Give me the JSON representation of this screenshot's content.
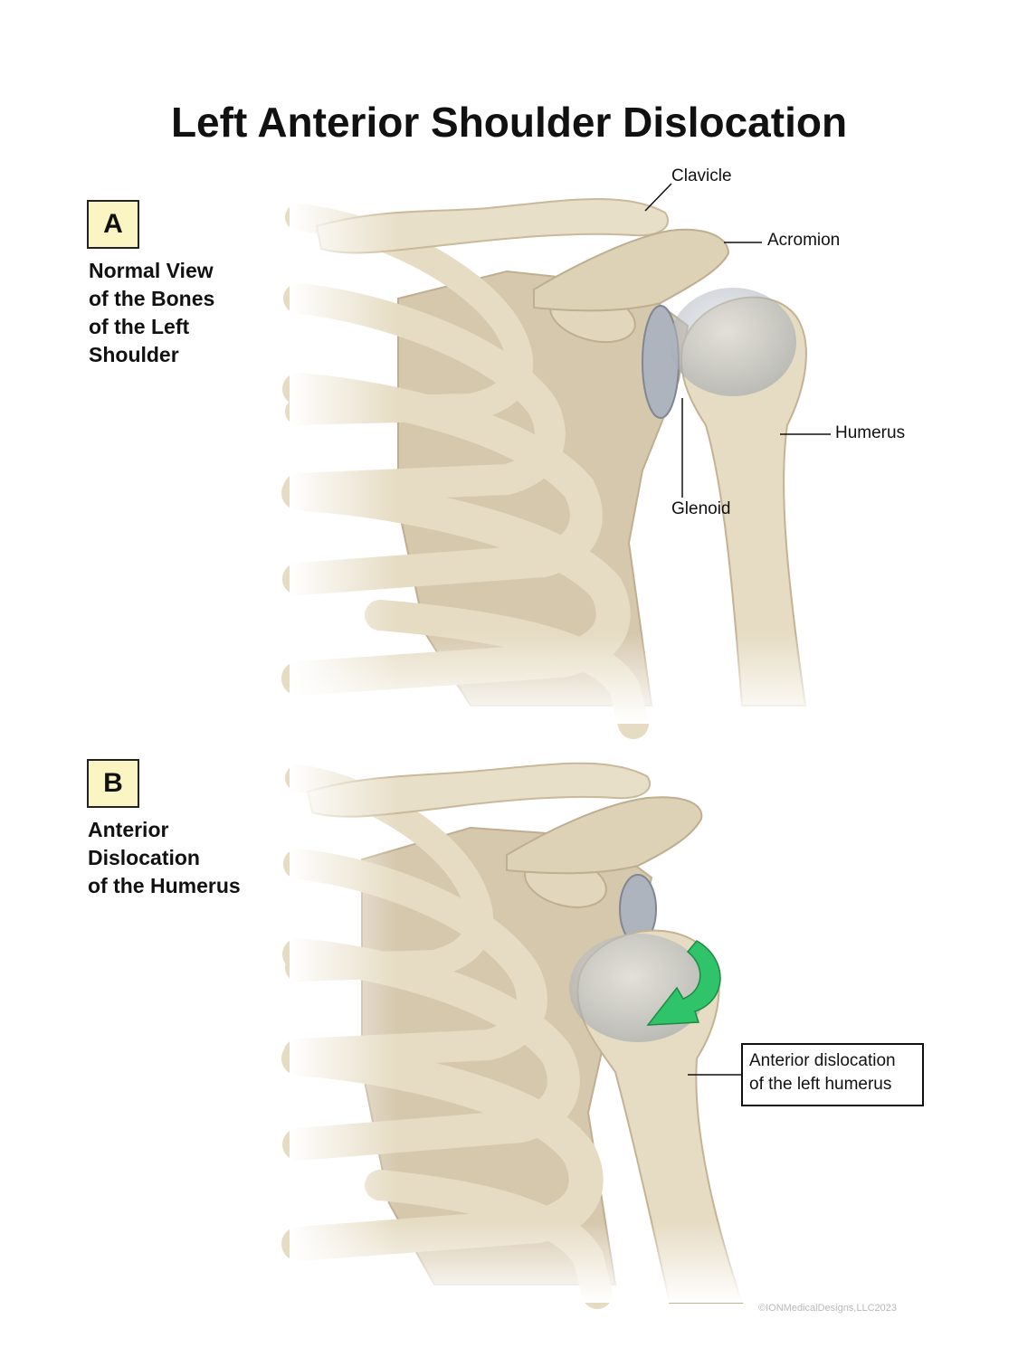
{
  "title": "Left Anterior Shoulder Dislocation",
  "panels": [
    {
      "letter": "A",
      "caption_lines": [
        "Normal View",
        "of the Bones",
        "of the Left",
        "Shoulder"
      ],
      "labels": {
        "clavicle": "Clavicle",
        "acromion": "Acromion",
        "humerus": "Humerus",
        "glenoid": "Glenoid"
      }
    },
    {
      "letter": "B",
      "caption_lines": [
        "Anterior",
        "Dislocation",
        "of the Humerus"
      ],
      "callout_lines": [
        "Anterior dislocation",
        "of the left humerus"
      ]
    }
  ],
  "copyright": "©IONMedicalDesigns,LLC2023",
  "colors": {
    "bone": "#e6dcc3",
    "scapula": "#d6c8ad",
    "cartilage": "#b9bec6",
    "arrow": "#2fc46a",
    "label_box": "#fbf5c4"
  }
}
